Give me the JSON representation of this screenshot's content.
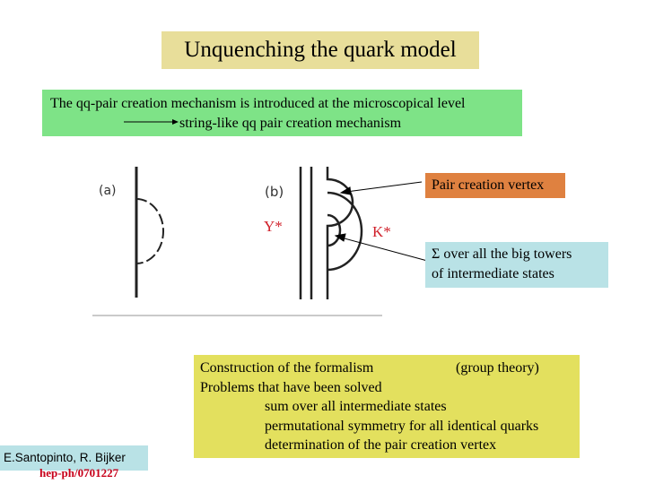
{
  "title": "Unquenching the quark model",
  "mechanism": {
    "line1": "The qq-pair creation mechanism is introduced at the microscopical level",
    "line2": "string-like qq pair creation mechanism"
  },
  "diagram": {
    "label_a": "(a)",
    "label_b": "(b)",
    "label_y": "Y*",
    "label_k": "K*"
  },
  "callouts": {
    "pair_vertex": "Pair creation vertex",
    "sigma_line1": "Σ over  all  the big towers",
    "sigma_line2": "of intermediate states"
  },
  "formalism": {
    "line1": "Construction of the formalism",
    "line1_note": "(group theory)",
    "line2": "Problems that have been solved",
    "items": [
      "sum over all intermediate states",
      "permutational symmetry for all identical quarks",
      "determination of the pair creation vertex"
    ]
  },
  "footer": {
    "authors": "E.Santopinto, R. Bijker",
    "reference": "hep-ph/0701227"
  },
  "colors": {
    "title_bg": "#e8de9a",
    "mechanism_bg": "#7ee387",
    "pair_bg": "#df8140",
    "sigma_bg": "#b9e2e6",
    "formalism_bg": "#e3e05e",
    "red_text": "#d0202a"
  }
}
